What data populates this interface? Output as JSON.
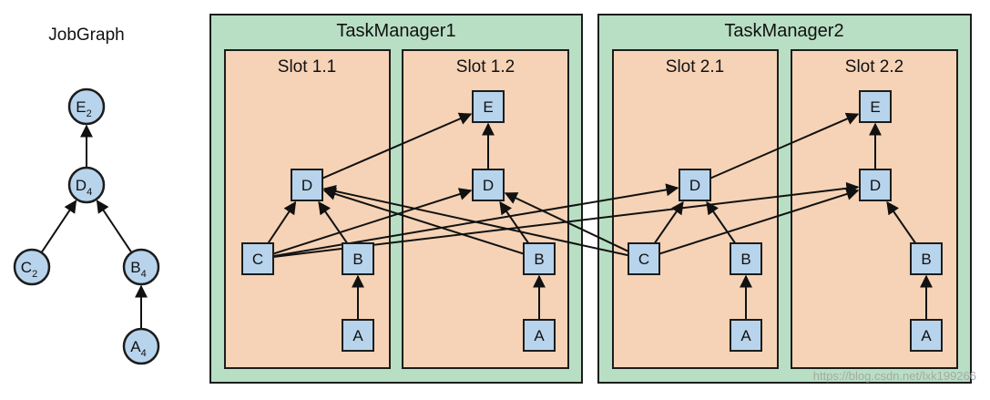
{
  "job_graph": {
    "title": "JobGraph",
    "nodes": [
      {
        "id": "E",
        "letter": "E",
        "sub": "2"
      },
      {
        "id": "D",
        "letter": "D",
        "sub": "4"
      },
      {
        "id": "C",
        "letter": "C",
        "sub": "2"
      },
      {
        "id": "B",
        "letter": "B",
        "sub": "4"
      },
      {
        "id": "A",
        "letter": "A",
        "sub": "4"
      }
    ],
    "edges": [
      [
        "D",
        "E"
      ],
      [
        "C",
        "D"
      ],
      [
        "B",
        "D"
      ],
      [
        "A",
        "B"
      ]
    ]
  },
  "task_managers": [
    {
      "title": "TaskManager1",
      "slots": [
        {
          "title": "Slot 1.1",
          "tasks": [
            "D",
            "C",
            "B",
            "A"
          ]
        },
        {
          "title": "Slot 1.2",
          "tasks": [
            "E",
            "D",
            "B",
            "A"
          ]
        }
      ]
    },
    {
      "title": "TaskManager2",
      "slots": [
        {
          "title": "Slot 2.1",
          "tasks": [
            "D",
            "C",
            "B",
            "A"
          ]
        },
        {
          "title": "Slot 2.2",
          "tasks": [
            "E",
            "D",
            "B",
            "A"
          ]
        }
      ]
    }
  ],
  "execution_edges": [
    [
      "s11.A",
      "s11.B"
    ],
    [
      "s12.A",
      "s12.B"
    ],
    [
      "s21.A",
      "s21.B"
    ],
    [
      "s22.A",
      "s22.B"
    ],
    [
      "s11.B",
      "s11.D"
    ],
    [
      "s11.C",
      "s11.D"
    ],
    [
      "s12.D",
      "s12.E"
    ],
    [
      "s22.D",
      "s22.E"
    ],
    [
      "s11.D",
      "s12.E"
    ],
    [
      "s21.D",
      "s22.E"
    ],
    [
      "s12.B",
      "s11.D"
    ],
    [
      "s21.C",
      "s11.D"
    ],
    [
      "s21.C",
      "s12.D"
    ],
    [
      "s21.C",
      "s21.D"
    ],
    [
      "s11.C",
      "s12.D"
    ],
    [
      "s11.C",
      "s21.D"
    ],
    [
      "s11.C",
      "s22.D"
    ],
    [
      "s21.C",
      "s22.D"
    ],
    [
      "s12.B",
      "s12.D"
    ],
    [
      "s21.B",
      "s21.D"
    ],
    [
      "s22.B",
      "s22.D"
    ]
  ],
  "watermark": "https://blog.csdn.net/lxk199266"
}
